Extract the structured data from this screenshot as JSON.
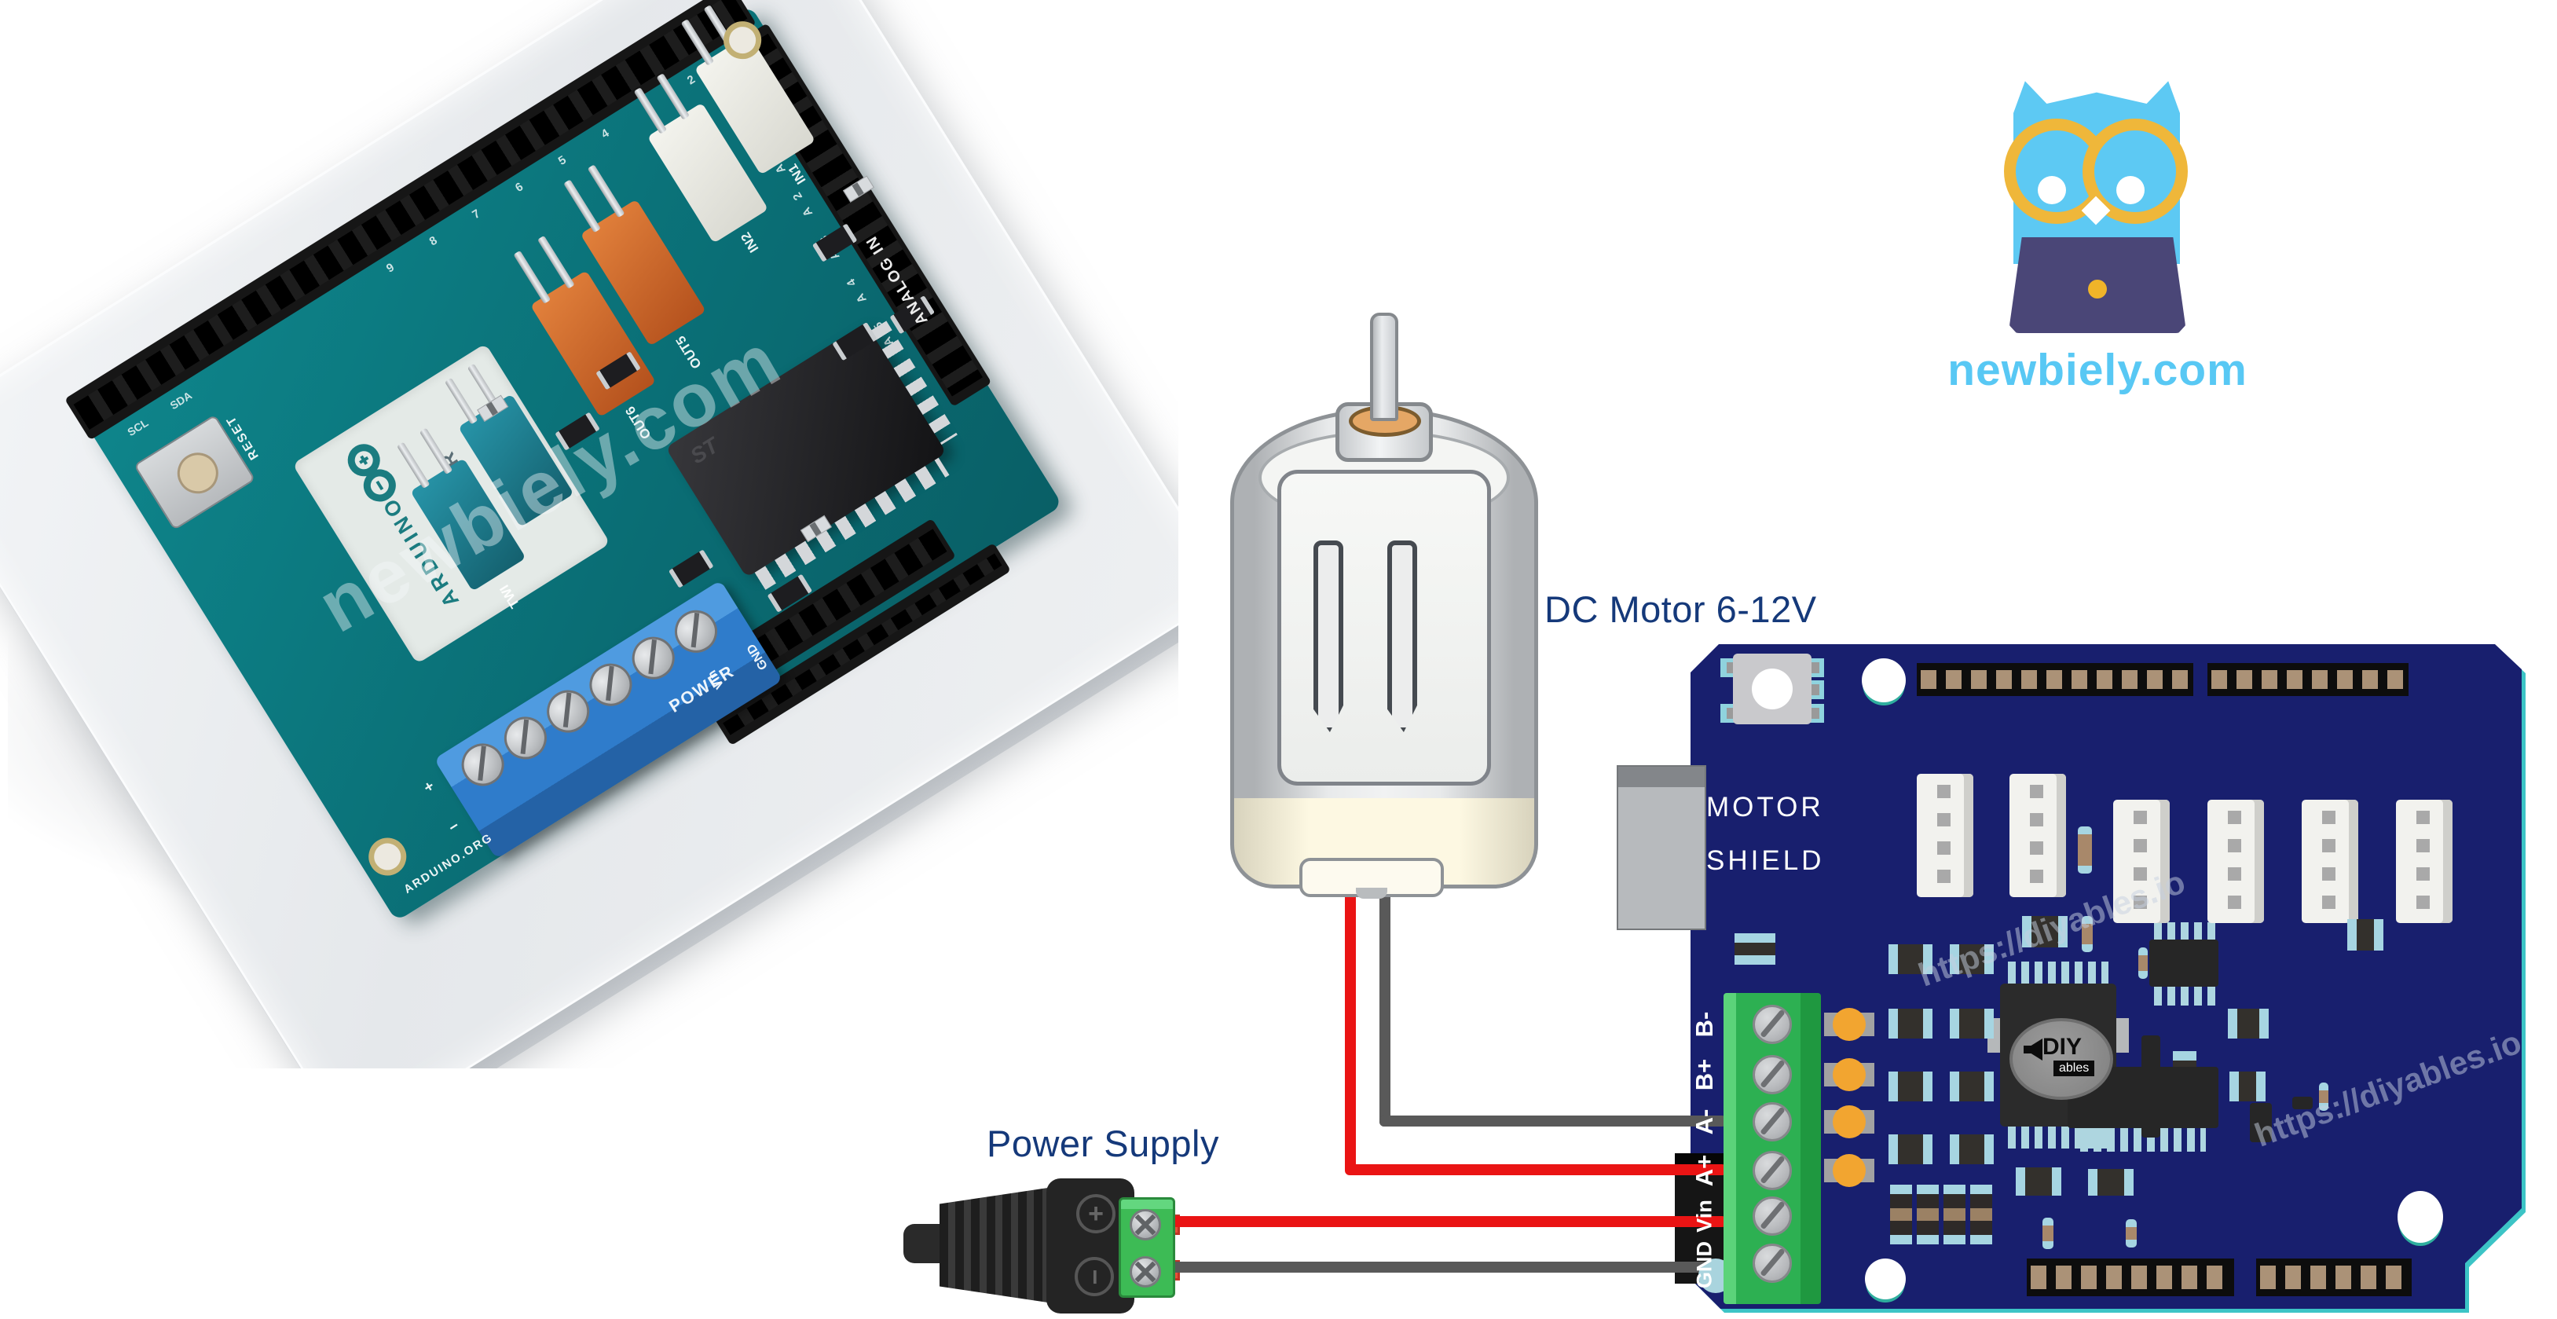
{
  "site_logo": {
    "text": "newbiely.com"
  },
  "photo": {
    "watermark": "newbiely.com",
    "board": {
      "brand": "ARDUINO",
      "product_line1": "MOTOR",
      "product_line2": "SHIELD",
      "labels": {
        "reset": "RESET",
        "scl": "SCL",
        "sda": "SDA",
        "twi": "TWI",
        "out5": "OUT5",
        "out6": "OUT6",
        "in1": "IN1",
        "in2": "IN2",
        "power": "POWER",
        "analog_in": "ANALOG IN",
        "vin": "Vin",
        "gnd": "GND",
        "plus": "+",
        "minus": "−",
        "org": "ARDUINO.ORG",
        "digital_pins": "9  8  7  6  5  4  3  2",
        "analog_pins": "A5 A4 A3 A2 A1 A0",
        "chip_marking": "ST"
      }
    }
  },
  "diagram": {
    "dc_motor": {
      "label": "DC Motor 6-12V"
    },
    "power_supply": {
      "label": "Power Supply",
      "plus": "+",
      "minus": "−"
    },
    "shield": {
      "title_line1": "MOTOR",
      "title_line2": "SHIELD",
      "terminals": [
        "B-",
        "B+",
        "A-",
        "A+",
        "Vin",
        "GND"
      ],
      "watermark": "https://diyables.io",
      "chip_logo_top": "DIY",
      "chip_logo_bottom": "ables"
    },
    "connections": [
      {
        "from": "DC motor red lead",
        "to": "A+",
        "wire_color": "#ea1414"
      },
      {
        "from": "DC motor black lead",
        "to": "A-",
        "wire_color": "#595959"
      },
      {
        "from": "Power supply +",
        "to": "Vin",
        "wire_color": "#ea1414"
      },
      {
        "from": "Power supply −",
        "to": "GND",
        "wire_color": "#595959"
      }
    ]
  },
  "colors": {
    "label_text": "#15397a",
    "shield_board": "#181f6e",
    "shield_edge": "#3cc4c6",
    "terminal_block_green": "#2db052",
    "led_orange": "#f2a530",
    "wire_red": "#ea1414",
    "wire_gray": "#595959",
    "logo_blue": "#58c8f4",
    "owl_glasses_yellow": "#efb73a",
    "laptop_purple": "#4a4677",
    "photo_pcb_teal": "#0d7f86"
  }
}
